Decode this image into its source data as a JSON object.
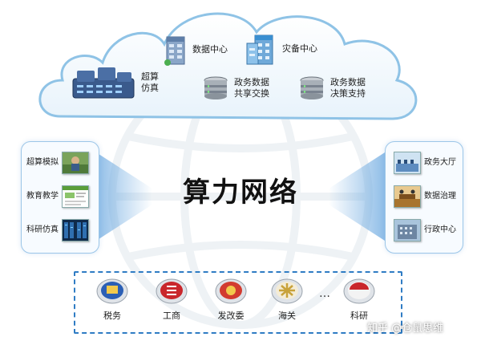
{
  "cloud": {
    "items": [
      {
        "label": "超算\n仿真",
        "icon": "server-rack-icon"
      },
      {
        "label": "数据中心",
        "icon": "building-icon"
      },
      {
        "label": "灾备中心",
        "icon": "disaster-recovery-building-icon"
      },
      {
        "label": "政务数据\n共享交换",
        "icon": "database-icon"
      },
      {
        "label": "政务数据\n决策支持",
        "icon": "database-icon"
      }
    ]
  },
  "center_title": "算力网络",
  "left_panel": {
    "items": [
      {
        "label": "超算模拟",
        "icon": "photo-thumbnail-icon"
      },
      {
        "label": "教育教学",
        "icon": "web-page-thumbnail-icon"
      },
      {
        "label": "科研仿真",
        "icon": "server-room-thumbnail-icon"
      }
    ]
  },
  "right_panel": {
    "items": [
      {
        "label": "政务大厅",
        "icon": "hall-thumbnail-icon"
      },
      {
        "label": "数据治理",
        "icon": "office-thumbnail-icon"
      },
      {
        "label": "行政中心",
        "icon": "building-thumbnail-icon"
      }
    ]
  },
  "departments": {
    "items": [
      {
        "label": "税务",
        "icon": "tax-emblem-icon",
        "color": "#2b5fb5"
      },
      {
        "label": "工商",
        "icon": "commerce-emblem-icon",
        "color": "#c9262b"
      },
      {
        "label": "发改委",
        "icon": "ndrc-emblem-icon",
        "color": "#d23b2f"
      },
      {
        "label": "海关",
        "icon": "customs-emblem-icon",
        "color": "#c8a23a"
      },
      {
        "label": "科研",
        "icon": "research-emblem-icon",
        "color": "#c9262b"
      }
    ],
    "ellipsis": "…"
  },
  "watermark": "知乎 @仓鼠思维",
  "colors": {
    "accent": "#2f7cc4",
    "cloud_border": "#8fc3e6",
    "panel_border": "#9cc6e8"
  }
}
